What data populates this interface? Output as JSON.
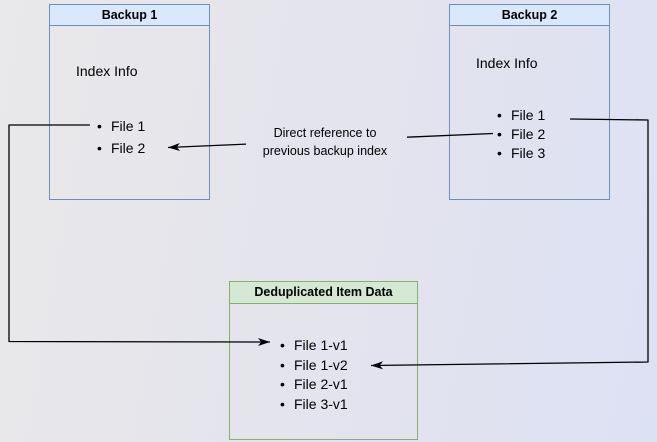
{
  "backup1": {
    "title": "Backup 1",
    "section_label": "Index Info",
    "files": [
      "File 1",
      "File 2"
    ]
  },
  "backup2": {
    "title": "Backup 2",
    "section_label": "Index Info",
    "files": [
      "File 1",
      "File 2",
      "File 3"
    ]
  },
  "dedup": {
    "title": "Deduplicated Item Data",
    "items": [
      "File 1-v1",
      "File 1-v2",
      "File 2-v1",
      "File 3-v1"
    ]
  },
  "annotation": {
    "line1": "Direct reference to",
    "line2": "previous backup index"
  },
  "colors": {
    "blue_border": "#6c8ebf",
    "blue_fill": "#dae8fc",
    "green_border": "#82b366",
    "green_fill": "#d5e8d4",
    "line": "#000000"
  }
}
